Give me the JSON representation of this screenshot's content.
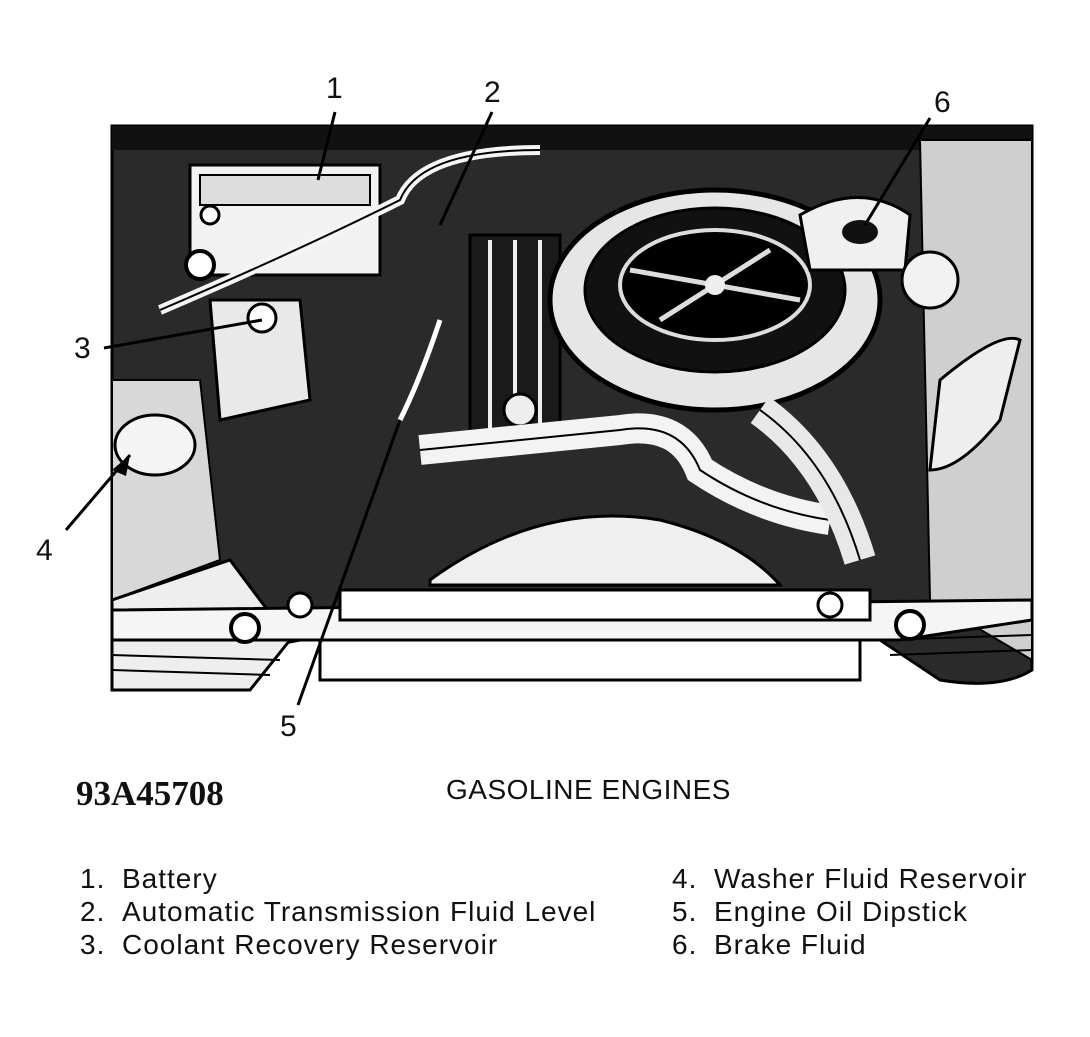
{
  "figure": {
    "id": "93A45708",
    "caption": "GASOLINE ENGINES"
  },
  "callouts": [
    "1",
    "2",
    "3",
    "4",
    "5",
    "6"
  ],
  "legend": {
    "left": [
      {
        "num": "1.",
        "label": "Battery"
      },
      {
        "num": "2.",
        "label": "Automatic Transmission Fluid Level"
      },
      {
        "num": "3.",
        "label": "Coolant Recovery Reservoir"
      }
    ],
    "right": [
      {
        "num": "4.",
        "label": "Washer Fluid Reservoir"
      },
      {
        "num": "5.",
        "label": "Engine Oil Dipstick"
      },
      {
        "num": "6.",
        "label": "Brake Fluid"
      }
    ]
  }
}
